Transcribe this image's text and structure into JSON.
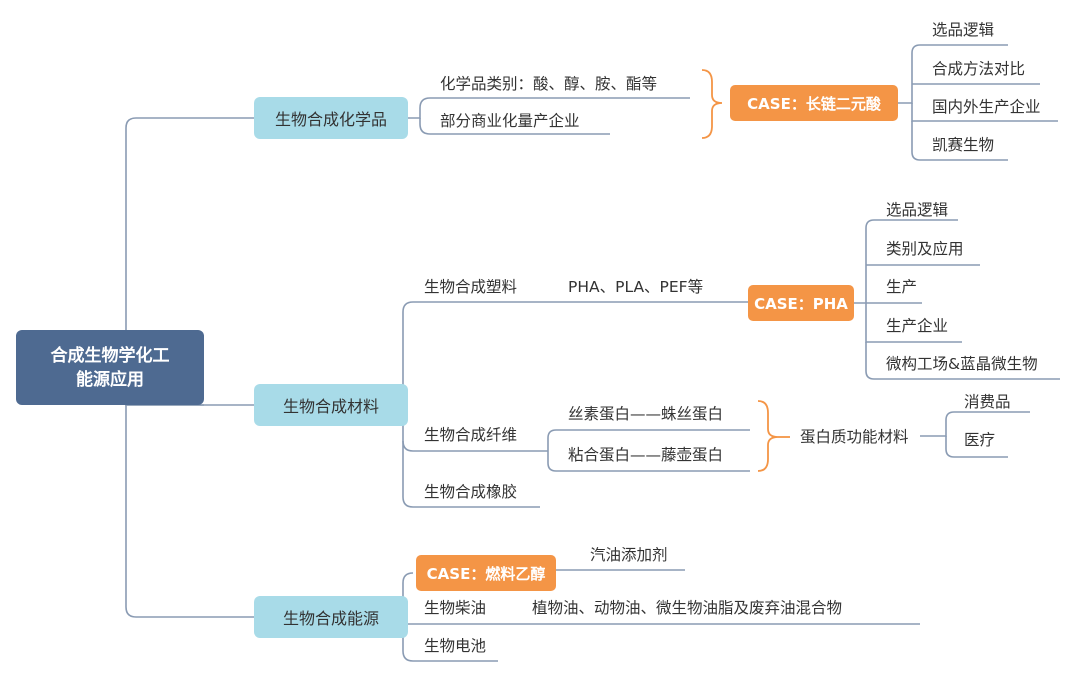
{
  "root": {
    "line1": "合成生物学化工",
    "line2": "能源应用"
  },
  "chemicals": {
    "label": "生物合成化学品",
    "items": [
      "化学品类别：酸、醇、胺、酯等",
      "部分商业化量产企业"
    ],
    "case": {
      "label": "CASE：长链二元酸",
      "items": [
        "选品逻辑",
        "合成方法对比",
        "国内外生产企业",
        "凯赛生物"
      ]
    }
  },
  "materials": {
    "label": "生物合成材料",
    "plastics": {
      "label": "生物合成塑料",
      "detail": "PHA、PLA、PEF等",
      "case": {
        "label": "CASE：PHA",
        "items": [
          "选品逻辑",
          "类别及应用",
          "生产",
          "生产企业",
          "微构工场&蓝晶微生物"
        ]
      }
    },
    "fiber": {
      "label": "生物合成纤维",
      "items": [
        "丝素蛋白——蛛丝蛋白",
        "粘合蛋白——藤壶蛋白"
      ],
      "protein": {
        "label": "蛋白质功能材料",
        "items": [
          "消费品",
          "医疗"
        ]
      }
    },
    "rubber": {
      "label": "生物合成橡胶"
    }
  },
  "energy": {
    "label": "生物合成能源",
    "case": {
      "label": "CASE：燃料乙醇",
      "detail": "汽油添加剂"
    },
    "diesel": {
      "label": "生物柴油",
      "detail": "植物油、动物油、微生物油脂及废弃油混合物"
    },
    "battery": {
      "label": "生物电池"
    }
  },
  "colors": {
    "root": "#4e6a91",
    "branch": "#a8dbe8",
    "case": "#f49546",
    "line": "#8a9bb3",
    "orange_line": "#f49546"
  }
}
